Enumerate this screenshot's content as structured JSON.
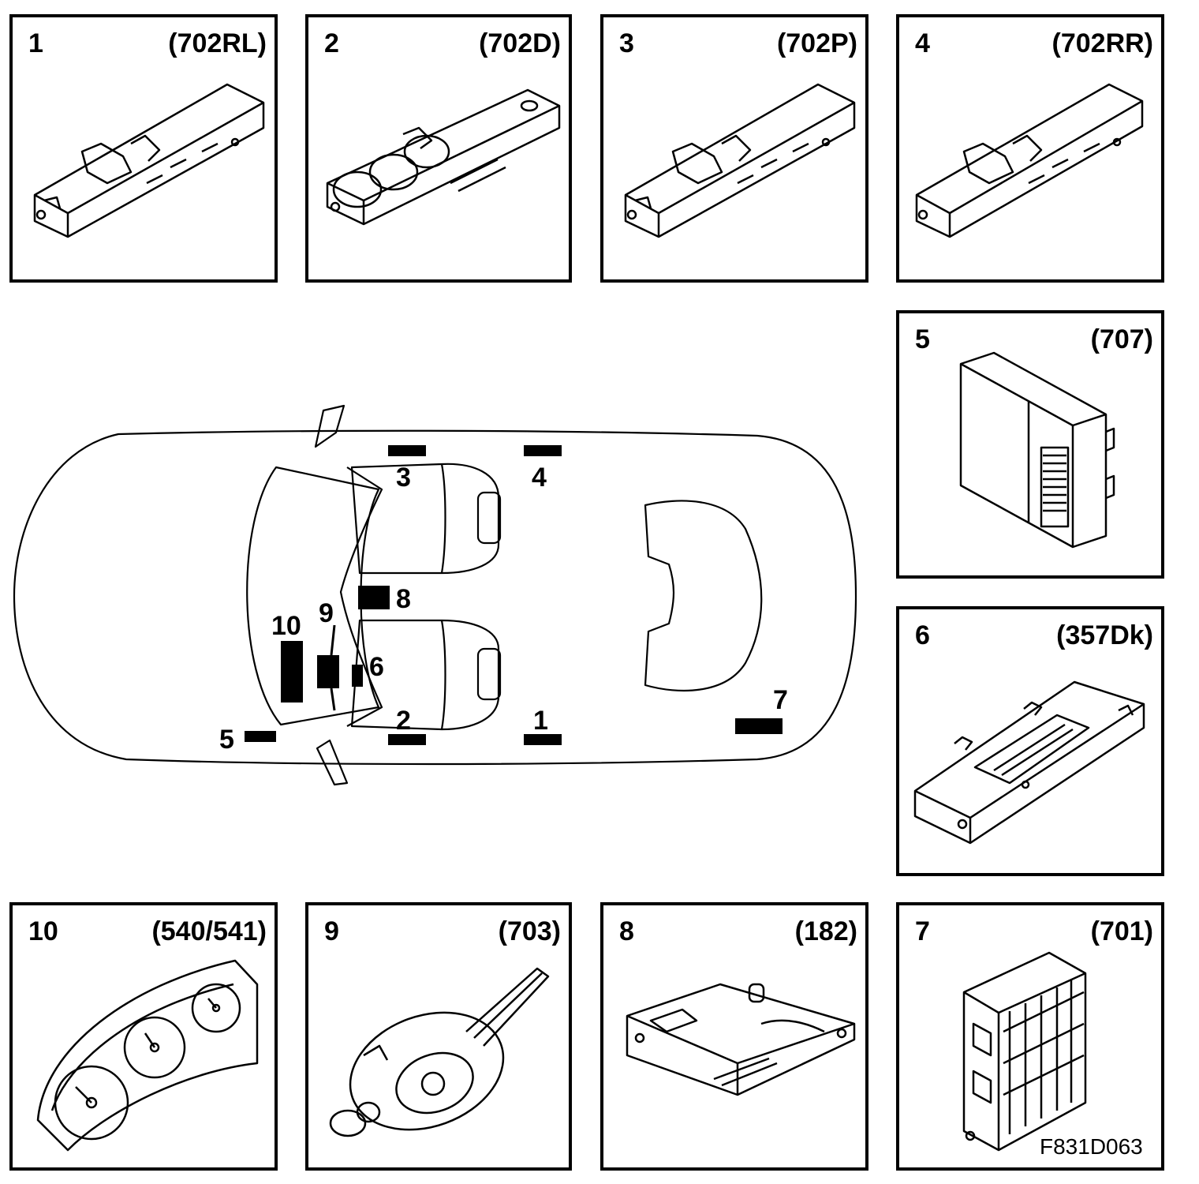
{
  "figure_id": "F831D063",
  "components": [
    {
      "num": "1",
      "code": "(702RL)",
      "icon": "window-switch-icon"
    },
    {
      "num": "2",
      "code": "(702D)",
      "icon": "driver-window-switch-icon"
    },
    {
      "num": "3",
      "code": "(702P)",
      "icon": "window-switch-icon"
    },
    {
      "num": "4",
      "code": "(702RR)",
      "icon": "window-switch-icon"
    },
    {
      "num": "5",
      "code": "(707)",
      "icon": "control-module-icon"
    },
    {
      "num": "6",
      "code": "(357Dk)",
      "icon": "control-unit-icon"
    },
    {
      "num": "7",
      "code": "(701)",
      "icon": "fuse-relay-box-icon"
    },
    {
      "num": "8",
      "code": "(182)",
      "icon": "control-module-icon"
    },
    {
      "num": "9",
      "code": "(703)",
      "icon": "steering-column-switch-icon"
    },
    {
      "num": "10",
      "code": "(540/541)",
      "icon": "instrument-cluster-icon"
    }
  ],
  "car_markers": [
    "1",
    "2",
    "3",
    "4",
    "5",
    "6",
    "7",
    "8",
    "9",
    "10"
  ]
}
